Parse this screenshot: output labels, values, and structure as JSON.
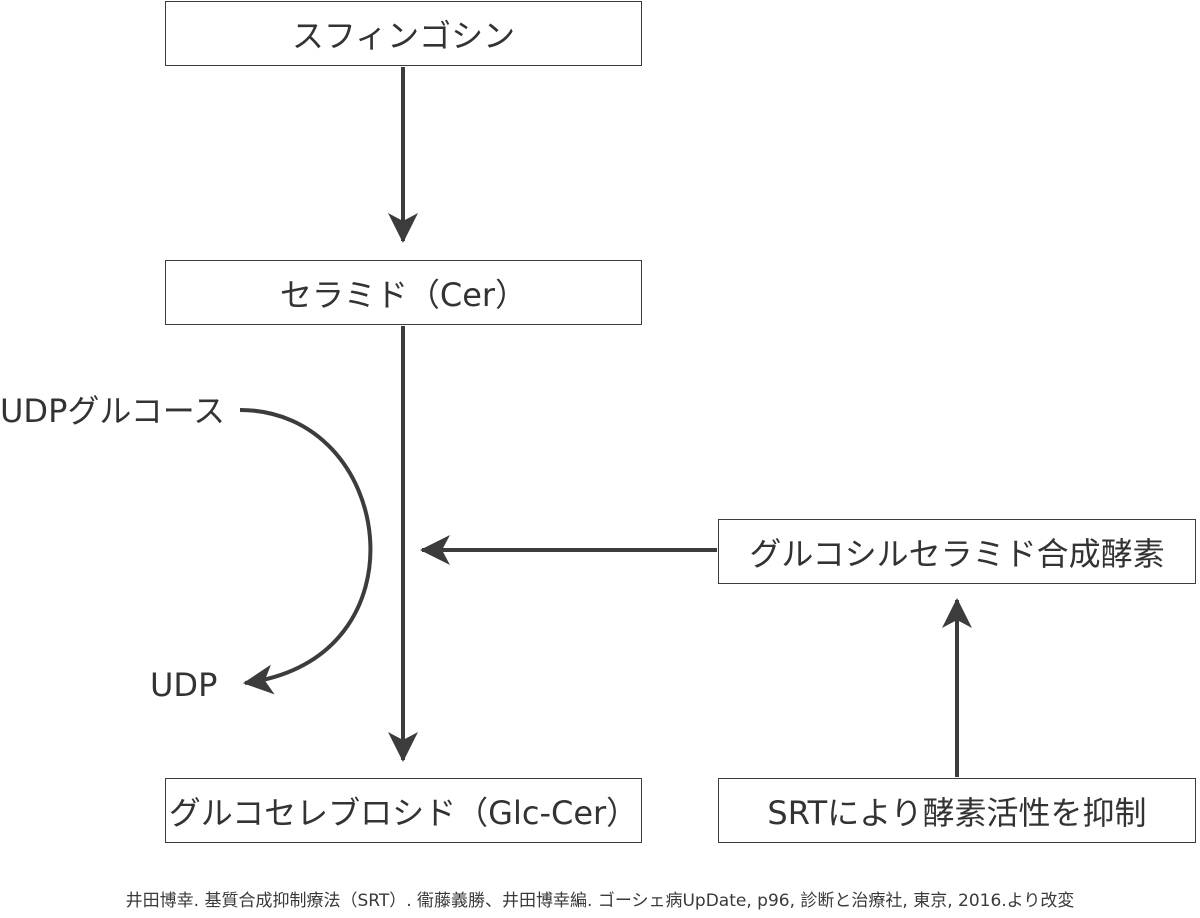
{
  "diagram": {
    "nodes": {
      "sphingosine": "スフィンゴシン",
      "ceramide": "セラミド（Cer）",
      "glucocerebroside": "グルコセレブロシド（Glc-Cer）",
      "enzyme": "グルコシルセラミド合成酵素",
      "srt_inhibition": "SRTにより酵素活性を抑制"
    },
    "side_labels": {
      "udp_glucose": "UDPグルコース",
      "udp": "UDP"
    },
    "edges": [
      {
        "from": "sphingosine",
        "to": "ceramide"
      },
      {
        "from": "ceramide",
        "to": "glucocerebroside"
      },
      {
        "from": "enzyme",
        "to": "ceramide→glucocerebroside"
      },
      {
        "from": "srt_inhibition",
        "to": "enzyme"
      },
      {
        "from": "udp_glucose",
        "to": "udp"
      }
    ]
  },
  "footer": {
    "citation": "井田博幸. 基質合成抑制療法（SRT）. 衞藤義勝、井田博幸編. ゴーシェ病UpDate, p96, 診断と治療社, 東京, 2016.より改変"
  },
  "colors": {
    "stroke": "#3c3c3c",
    "text": "#333333"
  }
}
